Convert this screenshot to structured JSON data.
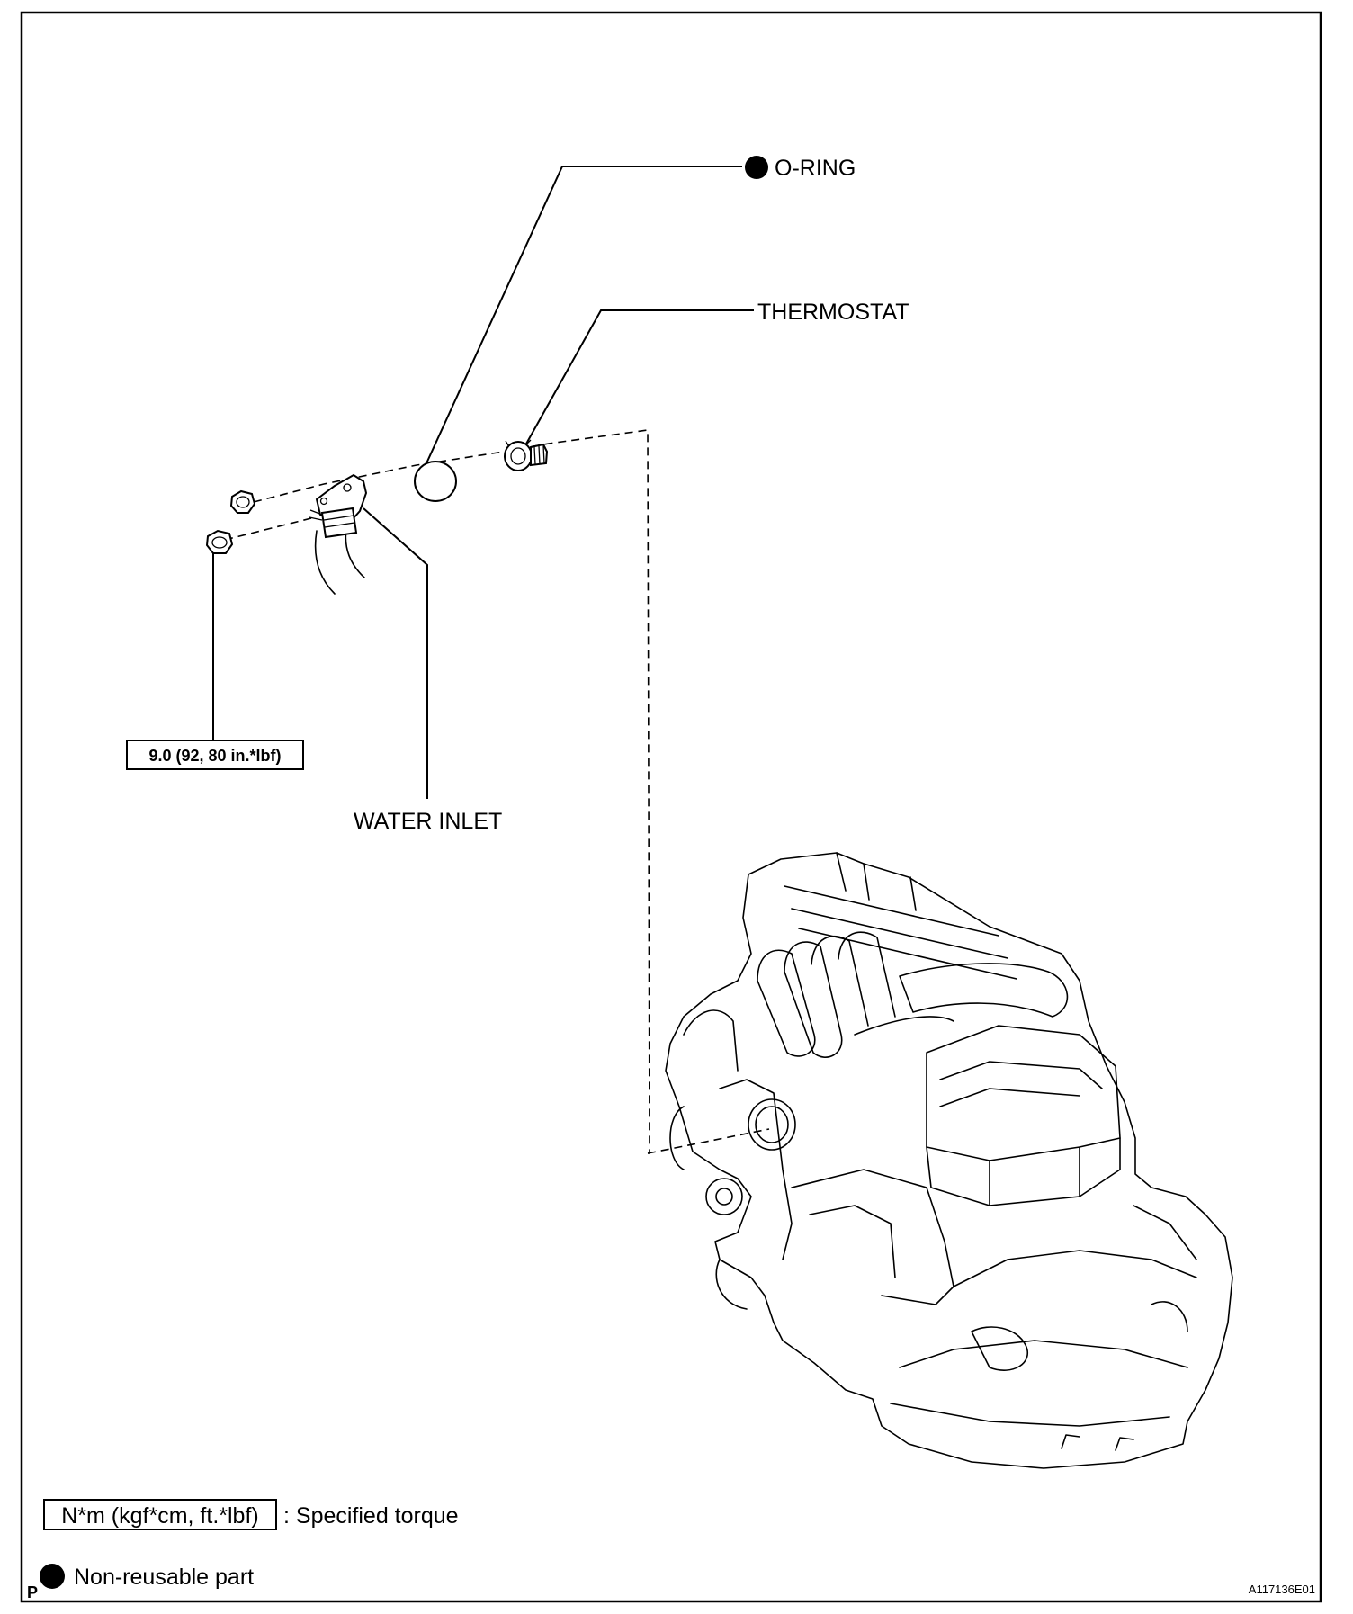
{
  "labels": {
    "o_ring": "O-RING",
    "thermostat": "THERMOSTAT",
    "water_inlet": "WATER INLET",
    "torque_value": "9.0 (92, 80 in.*lbf)"
  },
  "legend": {
    "torque_box": "N*m (kgf*cm, ft.*lbf)",
    "torque_desc": ": Specified torque",
    "non_reusable": "Non-reusable part"
  },
  "footer": {
    "corner_letter": "P",
    "figure_id": "A117136E01"
  },
  "icons": {
    "non_reusable_marker": "filled-black-circle"
  }
}
